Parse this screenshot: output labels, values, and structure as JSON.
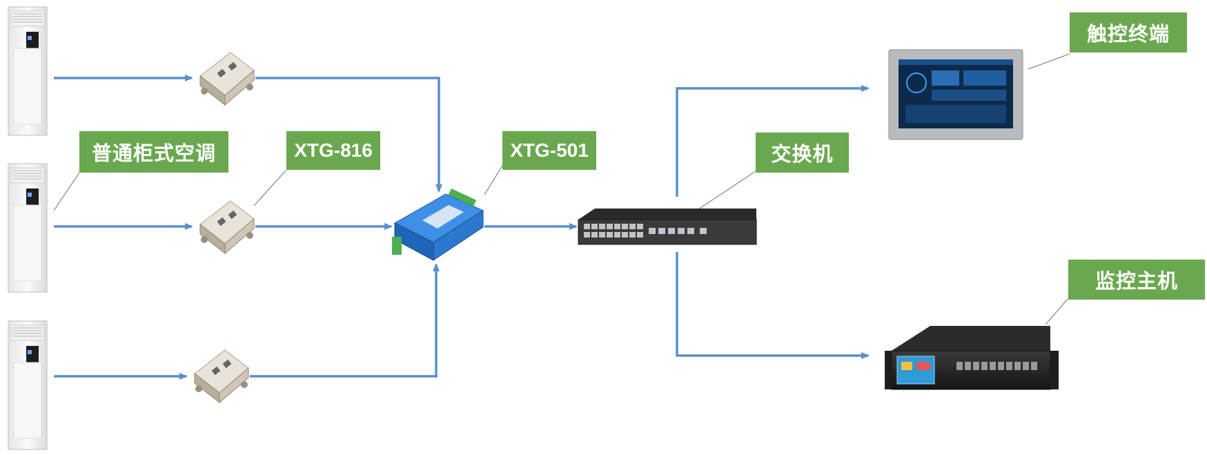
{
  "labels": {
    "air_conditioner": "普通柜式空调",
    "xtg816": "XTG-816",
    "xtg501": "XTG-501",
    "switch": "交换机",
    "touch_terminal": "触控终端",
    "monitor_host": "监控主机"
  },
  "colors": {
    "label_bg": "#6aa84f",
    "arrow": "#5b8fc7",
    "converter_blue": "#2f7fd8"
  },
  "icons": {
    "air_conditioner": "cabinet-air-conditioner-icon",
    "relay_module": "xtg816-module-icon",
    "converter": "xtg501-converter-icon",
    "switch": "network-switch-icon",
    "touch_terminal": "touch-panel-icon",
    "monitor_host": "rack-host-icon"
  }
}
